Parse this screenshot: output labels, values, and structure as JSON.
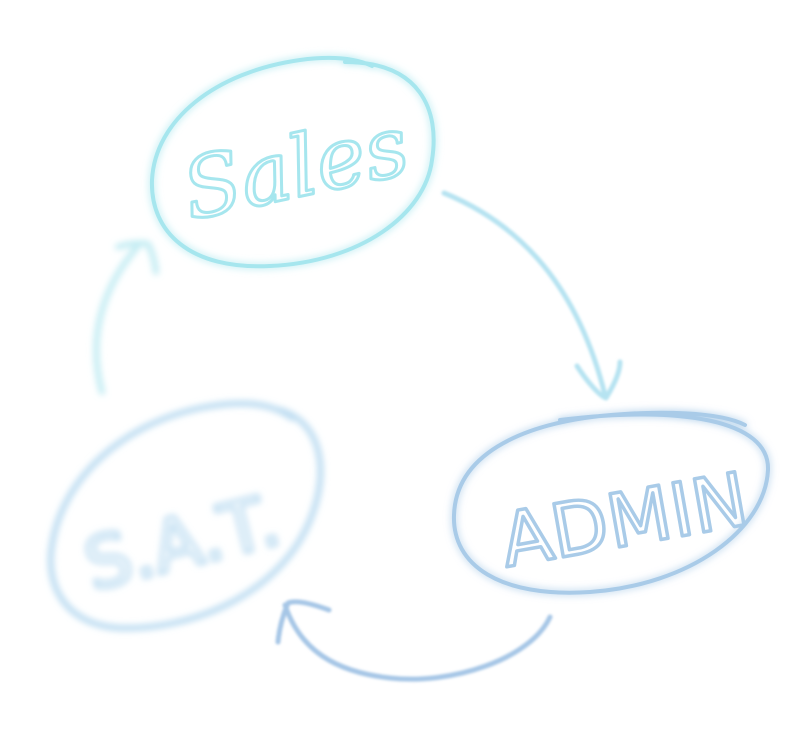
{
  "nodes": [
    {
      "id": "sales",
      "label": "Sales",
      "color": "#a6e6ee"
    },
    {
      "id": "admin",
      "label": "ADMIN",
      "color": "#a9cbe8"
    },
    {
      "id": "sat",
      "label": "S.A.T.",
      "color": "#bcdcf1"
    }
  ],
  "edges": [
    {
      "from": "sales",
      "to": "admin"
    },
    {
      "from": "admin",
      "to": "sat"
    },
    {
      "from": "sat",
      "to": "sales"
    }
  ]
}
